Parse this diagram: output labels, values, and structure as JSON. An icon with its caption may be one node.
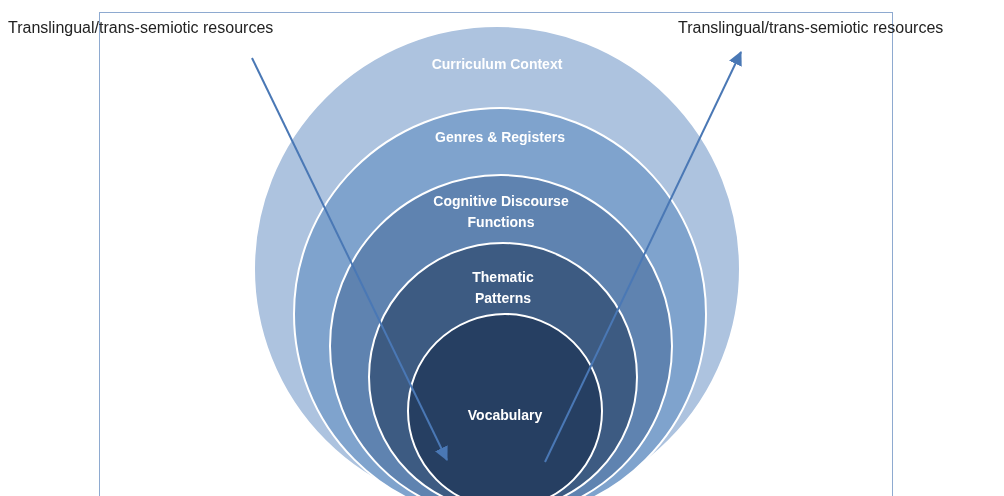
{
  "diagram": {
    "nodes": [
      {
        "text": [
          "Curriculum Context"
        ]
      },
      {
        "text": [
          "Genres & Registers"
        ],
        "in": 0
      },
      {
        "text": [
          "Cognitive Discourse Functions"
        ],
        "in": 1
      },
      {
        "text": [
          "Thematic Patterns"
        ],
        "in": 2
      },
      {
        "text": [
          "Vocabulary"
        ],
        "in": 3
      },
      {
        "text": [
          "Translingual/trans-semiotic resources"
        ]
      },
      {
        "text": [
          "Translingual/trans-semiotic resources"
        ]
      }
    ],
    "edges": [
      {
        "from": 5,
        "to": 4,
        "arrow": "to"
      },
      {
        "from": 4,
        "to": 6,
        "arrow": "to"
      }
    ]
  }
}
